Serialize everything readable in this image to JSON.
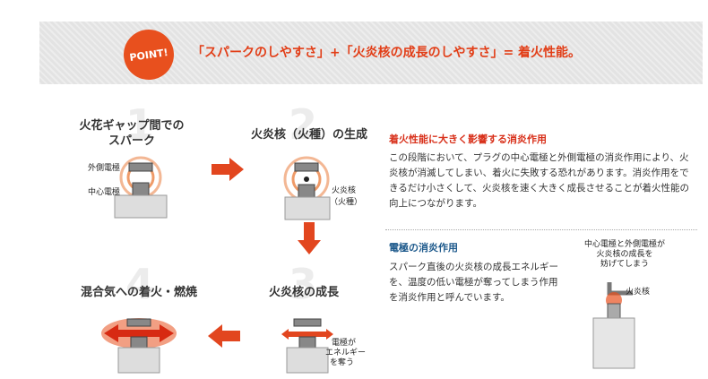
{
  "banner": {
    "badge_label": "POINT!",
    "headline": "「スパークのしやすさ」+「火炎核の成長のしやすさ」= 着火性能。"
  },
  "steps": {
    "s1": {
      "number": "1",
      "title_line1": "火花ギャップ間での",
      "title_line2": "スパーク",
      "label_ground": "外側電極",
      "label_center": "中心電極"
    },
    "s2": {
      "number": "2",
      "title": "火炎核（火種）の生成",
      "label_kernel_1": "火炎核",
      "label_kernel_2": "（火種）"
    },
    "s3": {
      "number": "3",
      "title": "火炎核の成長",
      "label_1": "電極が",
      "label_2": "エネルギー",
      "label_3": "を奪う"
    },
    "s4": {
      "number": "4",
      "title": "混合気への着火・燃焼"
    }
  },
  "info": {
    "section1": {
      "heading": "着火性能に大きく影響する消炎作用",
      "body": "この段階において、プラグの中心電極と外側電極の消炎作用により、火炎核が消滅してしまい、着火に失敗する恐れがあります。消炎作用をできるだけ小さくして、火炎核を速く大きく成長させることが着火性能の向上につながります。"
    },
    "section2": {
      "heading": "電極の消炎作用",
      "body": "スパーク直後の火炎核の成長エネルギーを、温度の低い電極が奪ってしまう作用を消炎作用と呼んでいます。",
      "diagram_caption_1": "中心電極と外側電極が",
      "diagram_caption_2": "火炎核の成長を",
      "diagram_caption_3": "妨げてしまう",
      "diagram_label": "火炎核"
    }
  },
  "colors": {
    "accent": "#e8501e",
    "heading_red": "#d8301a",
    "heading_blue": "#1e5a8c",
    "arrow": "#e2461f"
  }
}
